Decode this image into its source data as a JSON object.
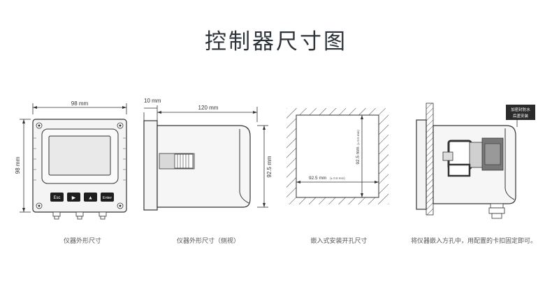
{
  "title": "控制器尺寸图",
  "panels": {
    "front": {
      "width_label": "98 mm",
      "height_label": "98 mm",
      "buttons": [
        "Esc",
        "▶",
        "▲",
        "Enter"
      ],
      "caption": "仪器外形尺寸"
    },
    "side": {
      "offset_label": "10 mm",
      "depth_label": "120 mm",
      "height_label": "92.5 mm",
      "caption": "仪器外形尺寸（侧视）"
    },
    "cutout": {
      "width_label": "92.5 mm",
      "width_tol": "(± 0.5 mm)",
      "height_label": "92.5 mm",
      "height_tol": "(± 0.5 mm)",
      "caption": "嵌入式安装开孔尺寸"
    },
    "mount": {
      "note_line1": "加密封防水",
      "note_line2": "后盖安装",
      "caption": "将仪器嵌入方孔中，用配置的卡扣固定即可。"
    }
  },
  "colors": {
    "line": "#333333",
    "device_body": "#f4f4f4",
    "screen": "#e9e9e9",
    "button": "#1e1e1e",
    "note_bg": "#2b2b2b"
  }
}
